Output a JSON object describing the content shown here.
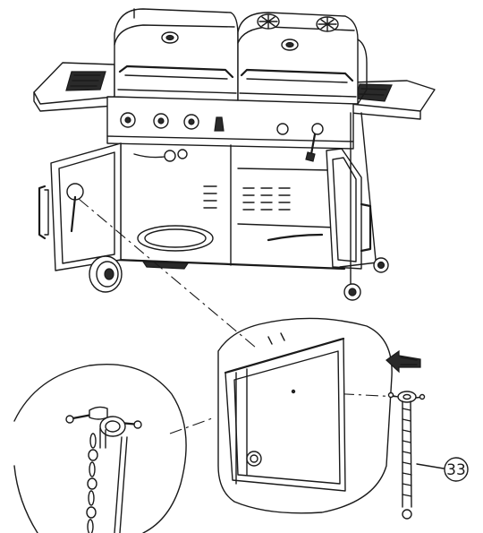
{
  "callout": {
    "part_number": "33"
  },
  "icons": [
    "grill-assembly",
    "direction-arrow",
    "chain-hook",
    "zoom-circle"
  ]
}
